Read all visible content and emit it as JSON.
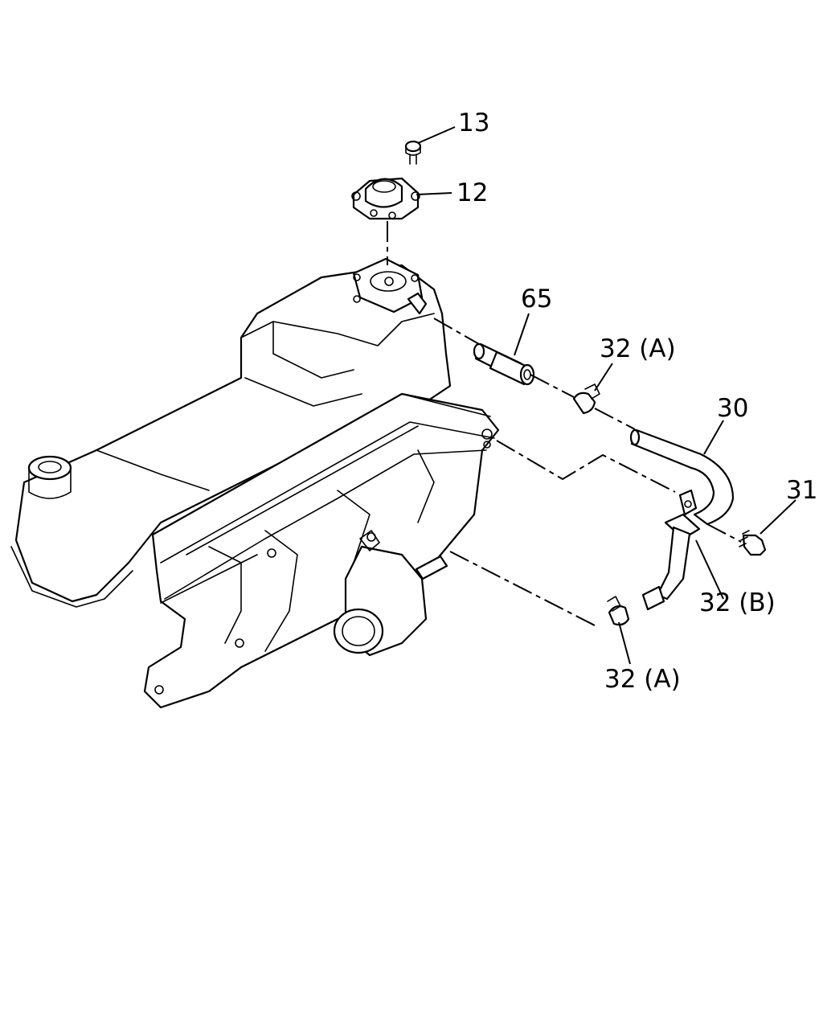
{
  "callouts": {
    "c13": "13",
    "c12": "12",
    "c65": "65",
    "c32a_top": "32 (A)",
    "c30": "30",
    "c31": "31",
    "c32b": "32 (B)",
    "c32a_bottom": "32 (A)"
  }
}
